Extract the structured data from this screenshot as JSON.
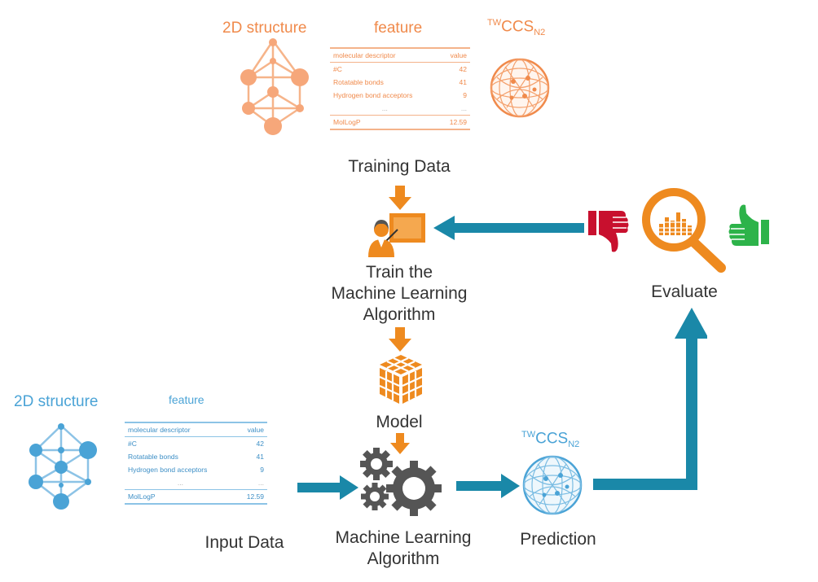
{
  "training": {
    "structure_label": "2D structure",
    "feature_label": "feature",
    "ccs_sup": "TW",
    "ccs_main": "CCS",
    "ccs_sub": "N2",
    "table": {
      "header": [
        "molecular descriptor",
        "value"
      ],
      "rows": [
        [
          "#C",
          "42"
        ],
        [
          "Rotatable bonds",
          "41"
        ],
        [
          "Hydrogen bond acceptors",
          "9"
        ],
        [
          "...",
          "..."
        ],
        [
          "MolLogP",
          "12.59"
        ]
      ]
    },
    "title": "Training Data"
  },
  "train_step": {
    "line1": "Train the",
    "line2": "Machine Learning",
    "line3": "Algorithm"
  },
  "model": {
    "label": "Model"
  },
  "input": {
    "structure_label": "2D structure",
    "feature_label": "feature",
    "table": {
      "header": [
        "molecular descriptor",
        "value"
      ],
      "rows": [
        [
          "#C",
          "42"
        ],
        [
          "Rotatable bonds",
          "41"
        ],
        [
          "Hydrogen bond acceptors",
          "9"
        ],
        [
          "...",
          "..."
        ],
        [
          "MolLogP",
          "12.59"
        ]
      ]
    },
    "title": "Input Data"
  },
  "algorithm": {
    "line1": "Machine Learning",
    "line2": "Algorithm"
  },
  "prediction": {
    "ccs_sup": "TW",
    "ccs_main": "CCS",
    "ccs_sub": "N2",
    "label": "Prediction"
  },
  "evaluate": {
    "label": "Evaluate"
  },
  "colors": {
    "orange": "#f08a4b",
    "orange_dark": "#ee8a1f",
    "blue": "#4aa3d6",
    "teal": "#1a88a8",
    "red": "#c8102e",
    "green": "#2db34a"
  },
  "icons": [
    "molecule-icon",
    "globe-icon",
    "trainer-icon",
    "model-cube-icon",
    "gears-icon",
    "magnifier-icon",
    "thumbs-down-icon",
    "thumbs-up-icon"
  ]
}
